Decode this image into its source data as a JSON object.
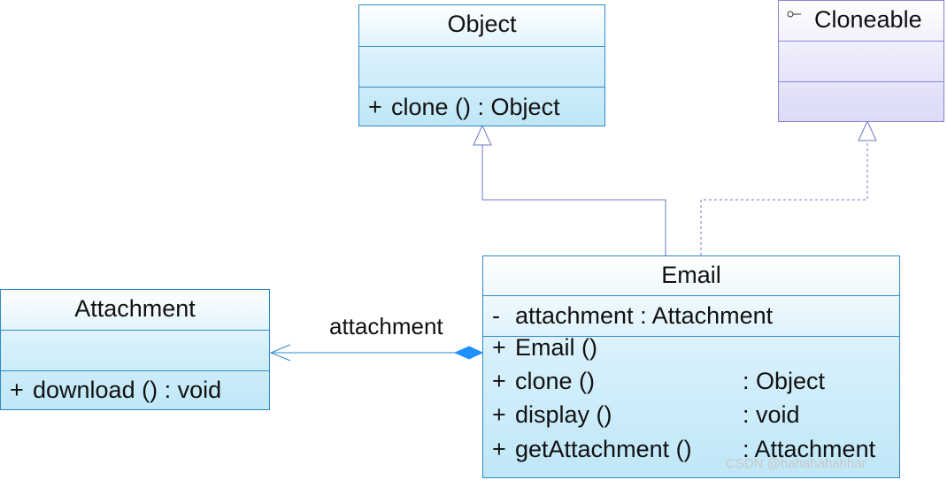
{
  "classes": {
    "object": {
      "name": "Object",
      "methods": [
        {
          "vis": "+",
          "text": "clone () : Object"
        }
      ]
    },
    "cloneable": {
      "name": "Cloneable",
      "stereotype_icon": "lollipop-interface-icon"
    },
    "email": {
      "name": "Email",
      "attributes": [
        {
          "vis": "-",
          "text": "attachment : Attachment"
        }
      ],
      "methods": [
        {
          "vis": "+",
          "name": "Email ()",
          "type": ""
        },
        {
          "vis": "+",
          "name": "clone ()",
          "type": ": Object"
        },
        {
          "vis": "+",
          "name": "display ()",
          "type": ": void"
        },
        {
          "vis": "+",
          "name": "getAttachment ()",
          "type": ": Attachment"
        }
      ]
    },
    "attachment": {
      "name": "Attachment",
      "methods": [
        {
          "vis": "+",
          "text": "download () : void"
        }
      ]
    }
  },
  "relations": {
    "association_label": "attachment"
  },
  "watermark": "CSDN @hahahahahhar",
  "colors": {
    "class_border": "#2f8ac8",
    "interface_border": "#8b86d9",
    "inheritance_line": "#6f78c8",
    "association_line": "#2f8ac8",
    "composition_diamond": "#1e90ff"
  }
}
